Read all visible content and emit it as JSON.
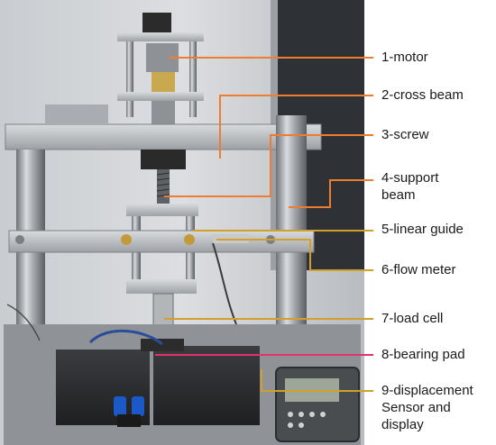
{
  "colors": {
    "leader_orange": "#ee7d2f",
    "leader_gold": "#d0a02a",
    "leader_pink": "#e0336d"
  },
  "labels": [
    {
      "lines": [
        "1-motor"
      ],
      "color": "orange"
    },
    {
      "lines": [
        "2-cross beam"
      ],
      "color": "orange"
    },
    {
      "lines": [
        "3-screw"
      ],
      "color": "orange"
    },
    {
      "lines": [
        "4-support",
        "beam"
      ],
      "color": "orange"
    },
    {
      "lines": [
        "5-linear guide"
      ],
      "color": "gold"
    },
    {
      "lines": [
        "6-flow meter"
      ],
      "color": "gold"
    },
    {
      "lines": [
        "7-load cell"
      ],
      "color": "gold"
    },
    {
      "lines": [
        "8-bearing pad"
      ],
      "color": "pink"
    },
    {
      "lines": [
        "9-displacement",
        "Sensor and",
        "display"
      ],
      "color": "gold"
    }
  ]
}
